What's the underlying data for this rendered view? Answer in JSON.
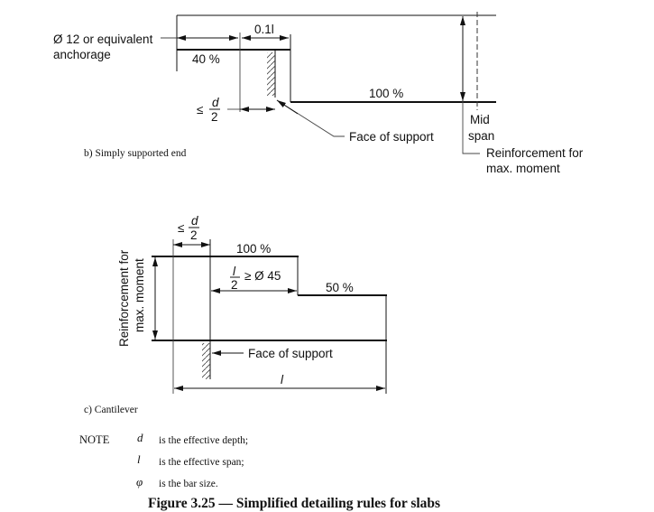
{
  "simply_supported": {
    "caption": "b) Simply supported end",
    "anchorage_line1": "Ø 12 or equivalent",
    "anchorage_line2": "anchorage",
    "dim_01l": "0.1l",
    "pct_40": "40 %",
    "pct_100": "100 %",
    "le": "≤",
    "frac_num": "d",
    "frac_den": "2",
    "face_of_support": "Face of support",
    "mid": "Mid",
    "span": "span",
    "reinf_line1": "Reinforcement for",
    "reinf_line2": "max. moment"
  },
  "cantilever": {
    "caption": "c) Cantilever",
    "le": "≤",
    "frac_num": "d",
    "frac_den": "2",
    "pct_100": "100 %",
    "pct_50": "50 %",
    "half_num": "l",
    "half_den": "2",
    "half_rule": "≥ Ø 45",
    "face_of_support": "Face of support",
    "span_label": "l",
    "reinf_line1": "Reinforcement for",
    "reinf_line2": "max. moment"
  },
  "note": {
    "label": "NOTE",
    "items": [
      {
        "symbol": "d",
        "text": "is the effective depth;"
      },
      {
        "symbol": "l",
        "text": "is the effective span;"
      },
      {
        "symbol": "φ",
        "text": "is the bar size."
      }
    ]
  },
  "figure_title": "Figure 3.25 — Simplified detailing rules for slabs"
}
